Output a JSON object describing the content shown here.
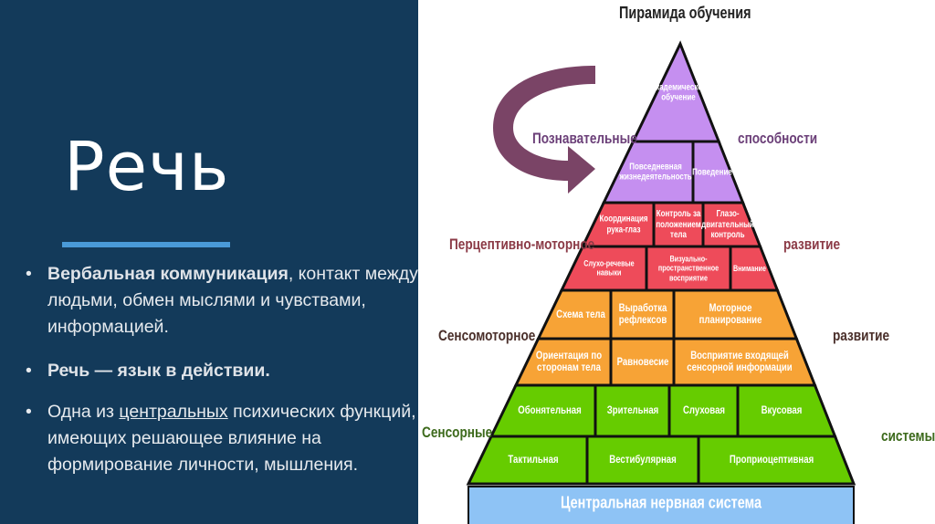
{
  "slide": {
    "title": "Речь",
    "bullets": [
      {
        "bold": "Вербальная коммуникация",
        "rest": ", контакт между людьми, обмен мыслями и чувствами, информацией."
      },
      {
        "bold": "Речь — язык в действии.",
        "rest": ""
      },
      {
        "pre": "Одна из ",
        "underlined": "центральных",
        "rest": " психических функций, имеющих решающее влияние на формирование личности, мышления."
      }
    ],
    "background_color": "#133a5a",
    "accent_color": "#4a9ad8"
  },
  "pyramid": {
    "title": "Пирамида обучения",
    "side_labels": {
      "cognitive_left": "Познавательные",
      "cognitive_right": "способности",
      "perceptual_left": "Перцептивно-моторное",
      "perceptual_right": "развитие",
      "sensorimotor_left": "Сенсомоторное",
      "sensorimotor_right": "развитие",
      "sensory_left": "Сенсорные",
      "sensory_right": "системы"
    },
    "colors": {
      "cognitive": "#c58ff0",
      "perceptual": "#ee4b5a",
      "sensorimotor": "#f7a336",
      "sensory": "#66cc00",
      "cns": "#8ec3f5",
      "arrow": "#7a4466"
    },
    "rows": [
      {
        "level": "cognitive",
        "cells": [
          "Академическое обучение"
        ]
      },
      {
        "level": "cognitive",
        "cells": [
          "Повседневная жизнедеятельность",
          "Поведение"
        ]
      },
      {
        "level": "perceptual",
        "cells": [
          "Координация рука-глаз",
          "Контроль за положением тела",
          "Глазо-двигательный контроль"
        ]
      },
      {
        "level": "perceptual",
        "cells": [
          "Слухо-речевые навыки",
          "Визуально-пространственное восприятие",
          "Внимание"
        ]
      },
      {
        "level": "sensorimotor",
        "cells": [
          "Схема тела",
          "Выработка рефлексов",
          "Моторное планирование"
        ]
      },
      {
        "level": "sensorimotor",
        "cells": [
          "Ориентация по сторонам тела",
          "Равновесие",
          "Восприятие входящей сенсорной информации"
        ]
      },
      {
        "level": "sensory",
        "cells": [
          "Обонятельная",
          "Зрительная",
          "Слуховая",
          "Вкусовая"
        ]
      },
      {
        "level": "sensory",
        "cells": [
          "Тактильная",
          "Вестибулярная",
          "Проприоцептивная"
        ]
      }
    ],
    "base": "Центральная нервная система"
  }
}
